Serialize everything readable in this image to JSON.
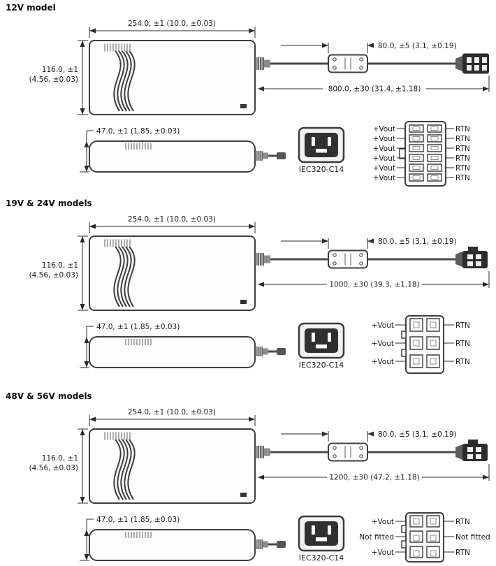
{
  "page": {
    "background": "#ffffff",
    "line_color": "#2b2b2b"
  },
  "sections": [
    {
      "title": "12V model",
      "dims": {
        "width": "254.0, ±1 (10.0, ±0.03)",
        "height_l1": "116.0, ±1",
        "height_l2": "(4.56, ±0.03)",
        "box": "80.0, ±5 (3.1, ±0.19)",
        "cable": "800.0, ±30 (31.4, ±1.18)",
        "side": "47.0, ±1 (1.85, ±0.03)"
      },
      "inlet_label": "IEC320-C14",
      "pinout": {
        "left": [
          "+Vout",
          "+Vout",
          "+Vout",
          "+Vout",
          "+Vout",
          "+Vout"
        ],
        "right": [
          "RTN",
          "RTN",
          "RTN",
          "RTN",
          "RTN",
          "RTN"
        ]
      }
    },
    {
      "title": "19V & 24V models",
      "dims": {
        "width": "254.0, ±1 (10.0, ±0.03)",
        "height_l1": "116.0, ±1",
        "height_l2": "(4.56, ±0.03)",
        "box": "80.0, ±5 (3.1, ±0.19)",
        "cable": "1000, ±30 (39.3, ±1.18)",
        "side": "47.0, ±1 (1.85, ±0.03)"
      },
      "inlet_label": "IEC320-C14",
      "pinout": {
        "left": [
          "+Vout",
          "+Vout",
          "+Vout"
        ],
        "right": [
          "RTN",
          "RTN",
          "RTN"
        ]
      }
    },
    {
      "title": "48V & 56V models",
      "dims": {
        "width": "254.0, ±1 (10.0, ±0.03)",
        "height_l1": "116.0, ±1",
        "height_l2": "(4.56, ±0.03)",
        "box": "80.0, ±5 (3.1, ±0.19)",
        "cable": "1200, ±30 (47.2, ±1.18)",
        "side": "47.0, ±1 (1.85, ±0.03)"
      },
      "inlet_label": "IEC320-C14",
      "pinout": {
        "left": [
          "+Vout",
          "Not fitted",
          "+Vout"
        ],
        "right": [
          "RTN",
          "Not fitted",
          "RTN"
        ]
      }
    }
  ]
}
